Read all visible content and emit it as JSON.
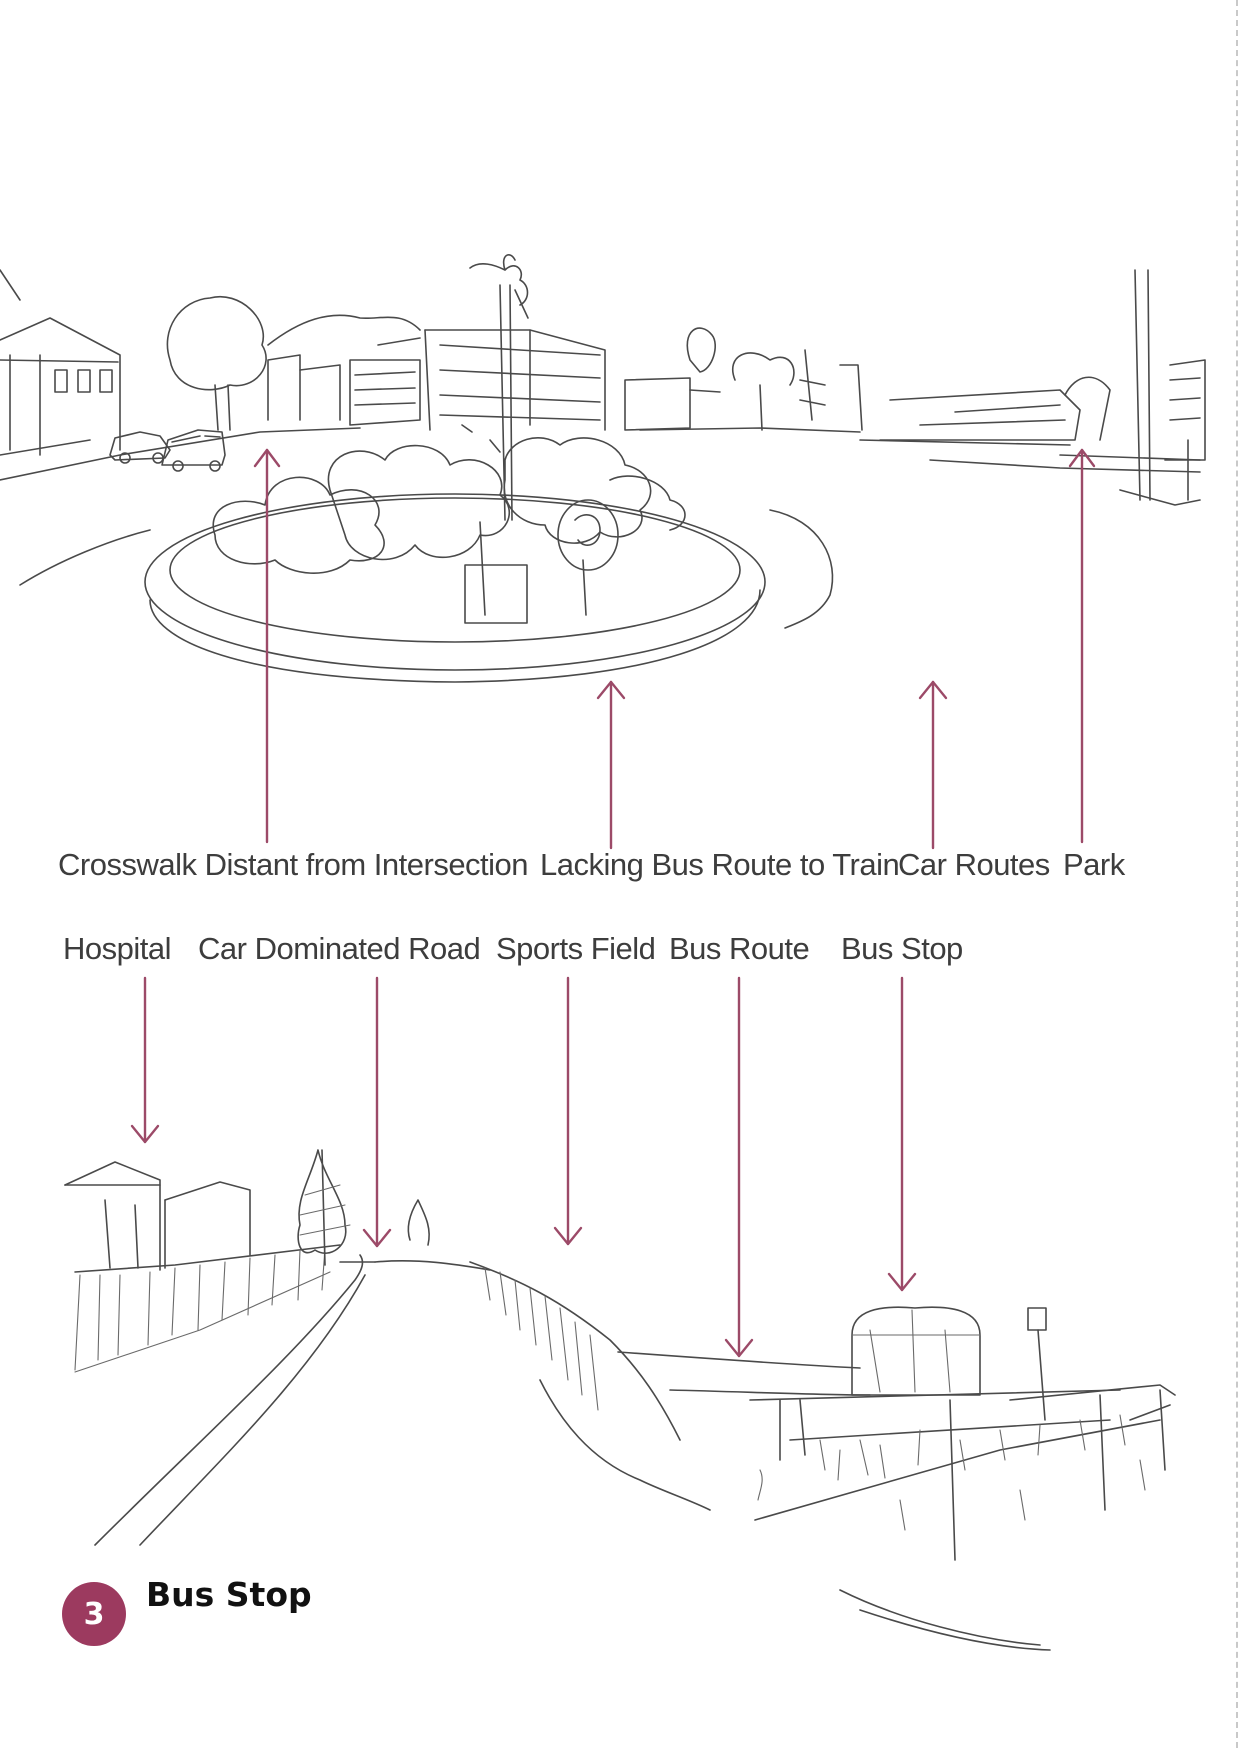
{
  "labels": {
    "crosswalk": "Crosswalk Distant from Intersection",
    "lacking_bus": "Lacking Bus Route to Train",
    "car_routes": "Car Routes",
    "park": "Park",
    "hospital": "Hospital",
    "car_dominated": "Car Dominated Road",
    "sports_field": "Sports Field",
    "bus_route": "Bus Route",
    "bus_stop": "Bus Stop"
  },
  "figure": {
    "number": "3",
    "caption": "Bus Stop"
  },
  "colors": {
    "accent": "#9c3a5f",
    "arrow": "#9c4a68",
    "ink": "#4a4a4a"
  }
}
